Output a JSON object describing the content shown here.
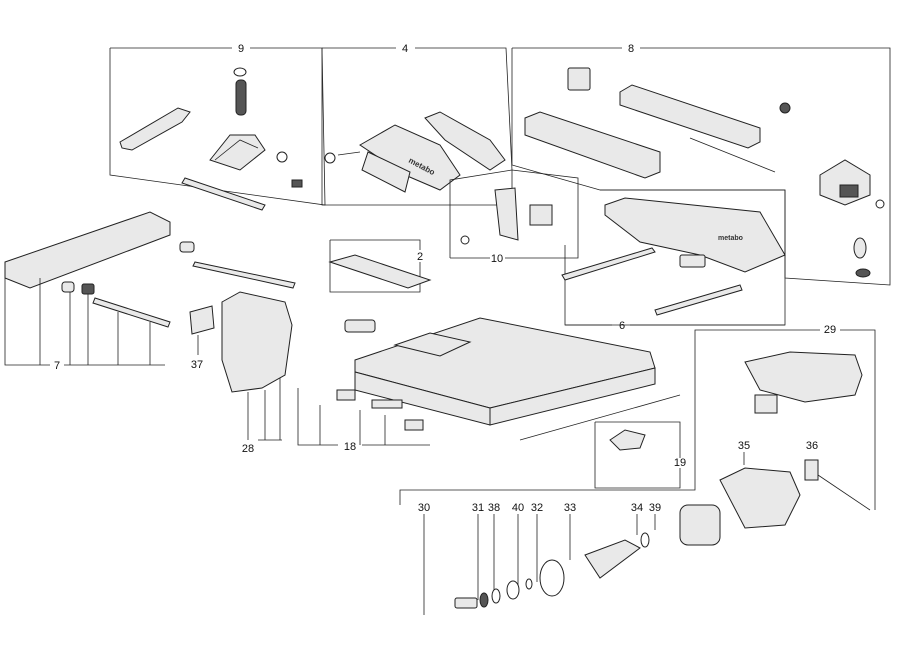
{
  "callouts": {
    "c9": "9",
    "c4": "4",
    "c8": "8",
    "c2": "2",
    "c10": "10",
    "c6": "6",
    "c7": "7",
    "c37": "37",
    "c28": "28",
    "c18": "18",
    "c19": "19",
    "c29": "29",
    "c35": "35",
    "c36": "36",
    "c30": "30",
    "c31": "31",
    "c38": "38",
    "c40": "40",
    "c32": "32",
    "c33": "33",
    "c34": "34",
    "c39": "39"
  },
  "product_text": {
    "guard_brand": "metabo",
    "table_brand": "metabo"
  }
}
